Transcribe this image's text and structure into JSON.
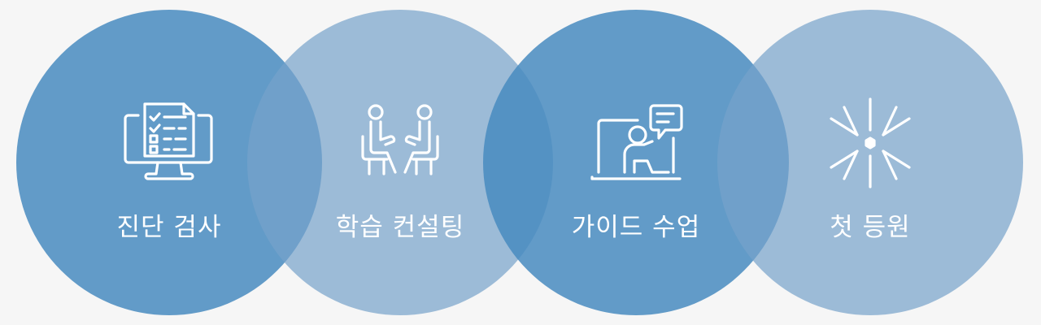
{
  "steps": [
    {
      "label": "진단 검사",
      "icon": "diagnostic-test-monitor-icon"
    },
    {
      "label": "학습 컨설팅",
      "icon": "consulting-two-people-icon"
    },
    {
      "label": "가이드 수업",
      "icon": "guided-lesson-teacher-icon"
    },
    {
      "label": "첫 등원",
      "icon": "first-attendance-starburst-icon"
    }
  ],
  "colors": {
    "background": "#f6f6f6",
    "circle_dark": "#488bc0",
    "circle_light": "#76a2ca",
    "text": "#ffffff"
  }
}
